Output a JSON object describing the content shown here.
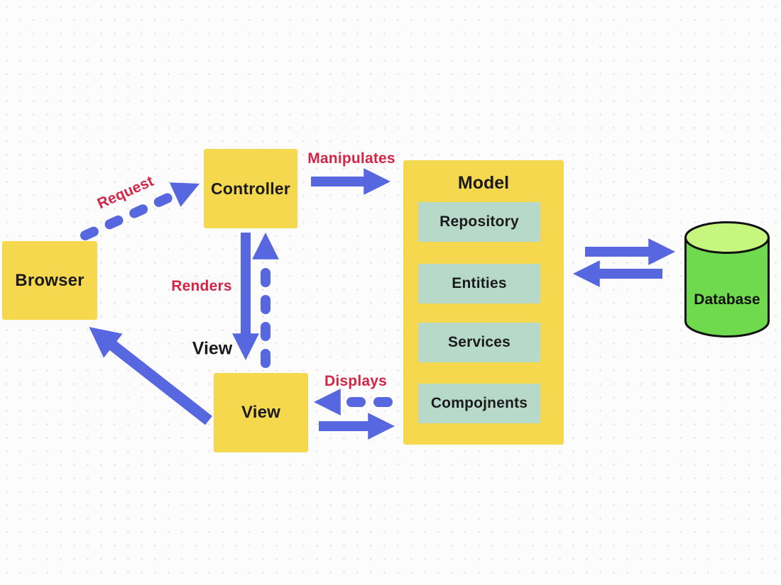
{
  "diagram": {
    "title_implicit": "MVC architecture flow",
    "nodes": {
      "browser": {
        "label": "Browser"
      },
      "controller": {
        "label": "Controller"
      },
      "view": {
        "label": "View"
      },
      "model": {
        "title": "Model",
        "components": [
          "Repository",
          "Entities",
          "Services",
          "Compojnents"
        ]
      },
      "database": {
        "label": "Database"
      }
    },
    "edge_labels": {
      "request": "Request",
      "manipulates": "Manipulates",
      "renders": "Renders",
      "displays": "Displays",
      "view_flow": "View"
    },
    "edges": [
      {
        "from": "browser",
        "to": "controller",
        "label": "Request",
        "style": "dashed"
      },
      {
        "from": "controller",
        "to": "model",
        "label": "Manipulates",
        "style": "solid"
      },
      {
        "from": "controller",
        "to": "view",
        "label": "Renders",
        "style": "solid"
      },
      {
        "from": "view",
        "to": "controller",
        "label": "View",
        "style": "dashed"
      },
      {
        "from": "model",
        "to": "view",
        "label": "Displays",
        "style": "dashed"
      },
      {
        "from": "view",
        "to": "model",
        "label": "",
        "style": "solid"
      },
      {
        "from": "view",
        "to": "browser",
        "label": "",
        "style": "solid"
      },
      {
        "from": "model",
        "to": "database",
        "label": "",
        "style": "solid"
      },
      {
        "from": "database",
        "to": "model",
        "label": "",
        "style": "solid"
      }
    ],
    "colors": {
      "node_fill_yellow": "#f6d84f",
      "model_component_fill_teal": "#b7d9ca",
      "arrow_blue": "#5667e0",
      "edge_label_red": "#d32545",
      "text_dark": "#1b1b1d",
      "database_body_green": "#70da4f",
      "database_top_green": "#c6f67e",
      "database_outline": "#111111",
      "background": "#fdfcfc"
    }
  }
}
